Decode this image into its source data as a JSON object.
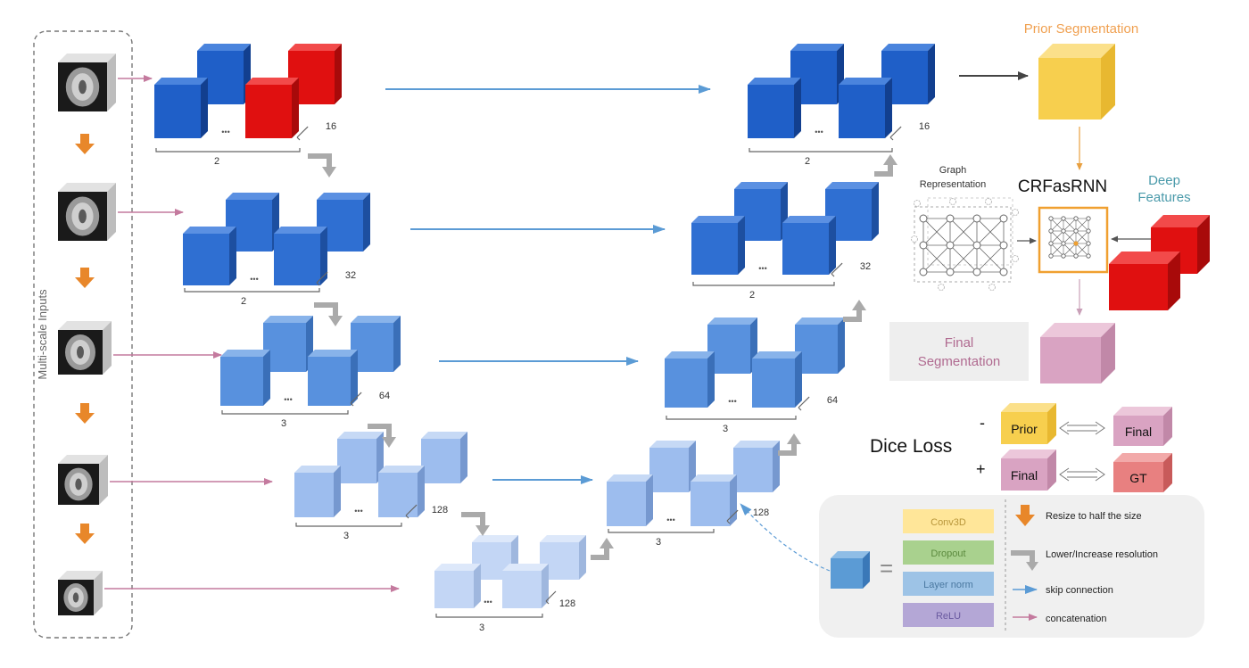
{
  "inputs": {
    "label": "Multi-scale Inputs"
  },
  "encoder": [
    {
      "count_label": "2",
      "channel_label": "16"
    },
    {
      "count_label": "2",
      "channel_label": "32"
    },
    {
      "count_label": "3",
      "channel_label": "64"
    },
    {
      "count_label": "3",
      "channel_label": "128"
    }
  ],
  "bottleneck": {
    "count_label": "3",
    "channel_label": "128"
  },
  "decoder": [
    {
      "count_label": "2",
      "channel_label": "16"
    },
    {
      "count_label": "2",
      "channel_label": "32"
    },
    {
      "count_label": "3",
      "channel_label": "64"
    },
    {
      "count_label": "3",
      "channel_label": "128"
    }
  ],
  "dots": "•••",
  "prior_segmentation": {
    "label": "Prior Segmentation"
  },
  "graph": {
    "label_line1": "Graph",
    "label_line2": "Representation"
  },
  "crf": {
    "label": "CRFasRNN"
  },
  "deep_features": {
    "label_line1": "Deep",
    "label_line2": "Features"
  },
  "final_segmentation": {
    "label_line1": "Final",
    "label_line2": "Segmentation"
  },
  "dice_loss": {
    "label": "Dice Loss",
    "minus_sign": "-",
    "plus_sign": "+",
    "prior_label": "Prior",
    "final_label": "Final",
    "gt_label": "GT"
  },
  "legend": {
    "equals": "=",
    "block_layers": [
      "Conv3D",
      "Dropout",
      "Layer norm",
      "ReLU"
    ],
    "items": [
      "Resize to half the size",
      "Lower/Increase resolution",
      "skip connection",
      "concatenation"
    ]
  },
  "colors": {
    "red": "#e01010",
    "skip_arrow": "#5b9bd5",
    "concat_arrow": "#c47a9e",
    "resize_arrow": "#e8872a",
    "prior_yellow": "#f7cf4e",
    "final_pink": "#d9a3c2",
    "gt_red": "#e88080",
    "conv3d": "#ffe699",
    "dropout": "#a9d18e",
    "layernorm": "#9dc3e6",
    "relu": "#b4a7d6"
  }
}
